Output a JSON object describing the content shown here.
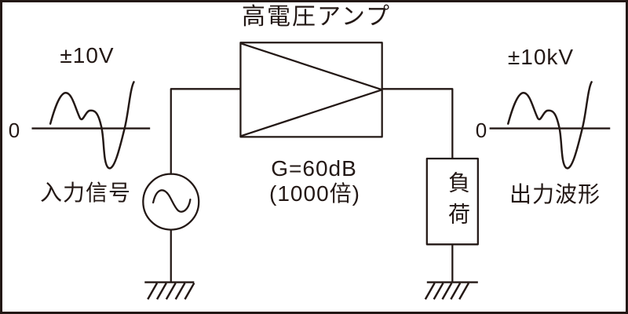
{
  "colors": {
    "ink": "#231815",
    "background": "#ffffff"
  },
  "title": "高電圧アンプ",
  "input": {
    "amplitude": "±10V",
    "zero": "0",
    "label": "入力信号"
  },
  "amplifier": {
    "gain": "G=60dB",
    "gain_factor": "(1000倍)"
  },
  "load": {
    "label": "負荷"
  },
  "output": {
    "amplitude": "±10kV",
    "zero": "0",
    "label": "出力波形"
  }
}
